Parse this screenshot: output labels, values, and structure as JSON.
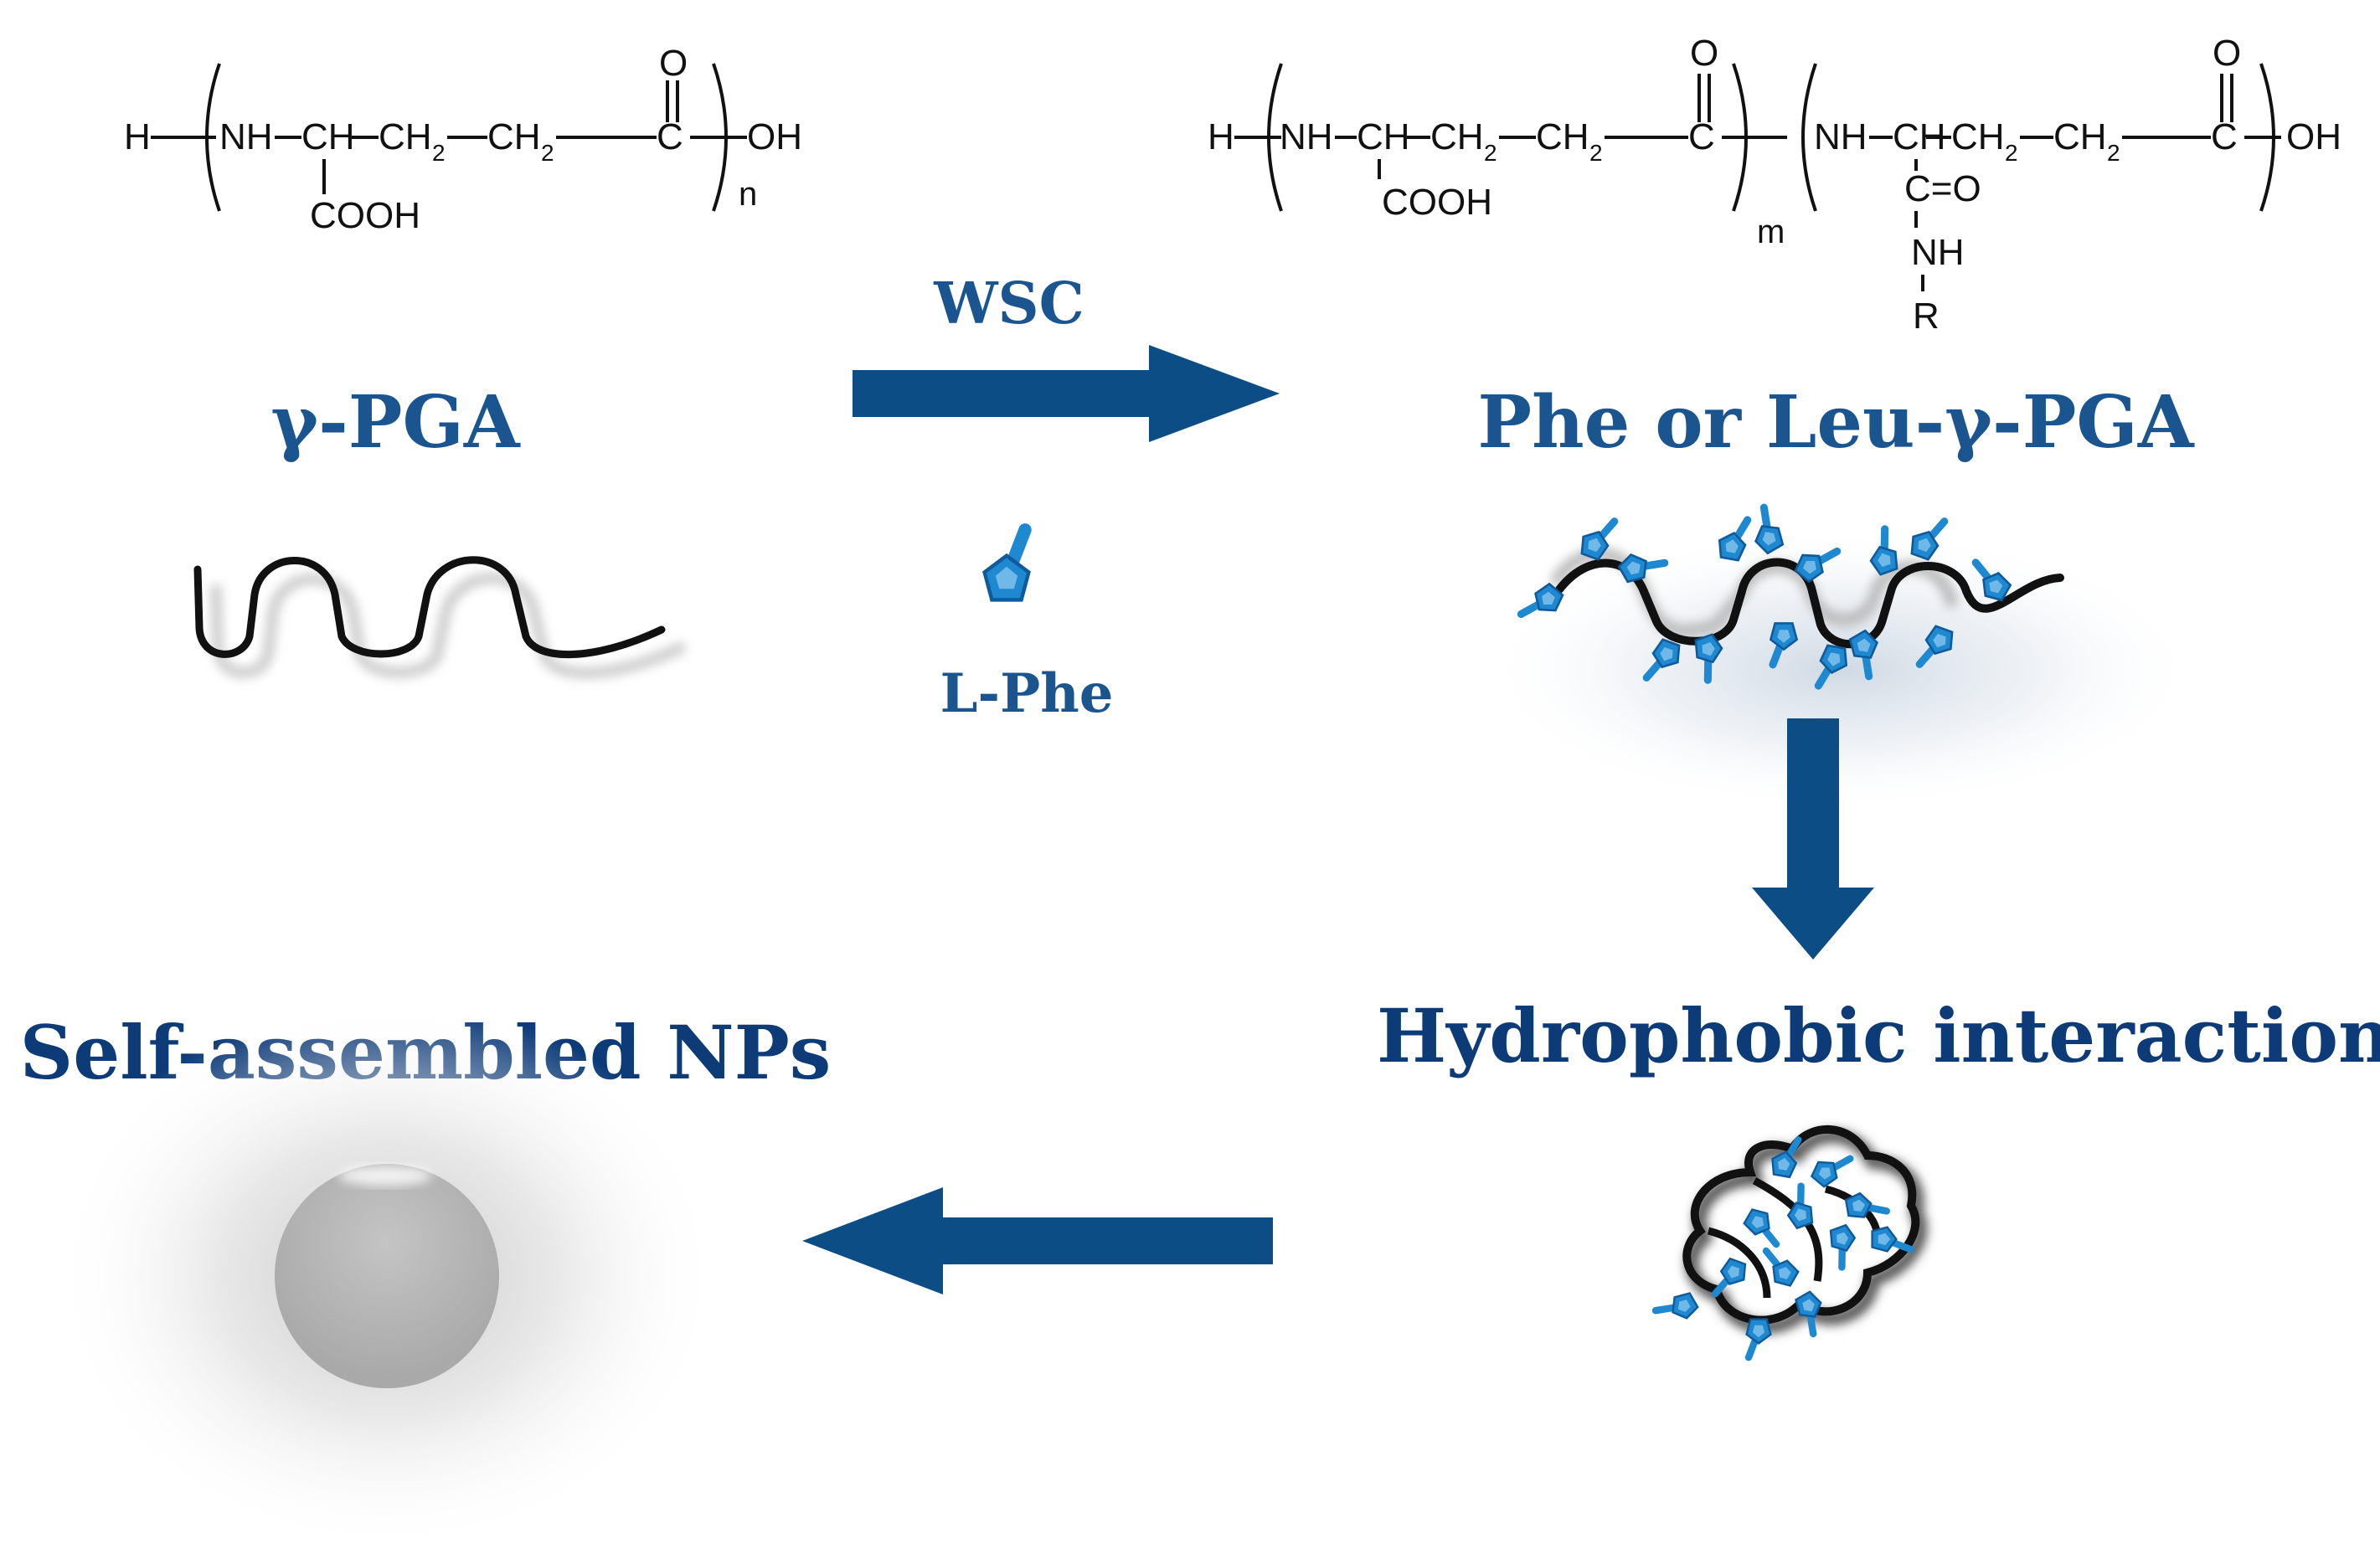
{
  "labels": {
    "pga": "γ-PGA",
    "product": "Phe or Leu-γ-PGA",
    "reagent": "WSC",
    "amino_acid": "L-Phe",
    "interaction": "Hydrophobic interaction",
    "nps": "Self-assembled NPs"
  },
  "formula_left": {
    "h": "H",
    "nh": "NH",
    "ch": "CH",
    "ch2a": "CH",
    "ch2b": "CH",
    "sub2": "2",
    "c": "C",
    "o": "O",
    "oh": "OH",
    "cooh": "COOH",
    "n": "n"
  },
  "formula_right": {
    "h": "H",
    "nh1": "NH",
    "ch1": "CH",
    "ch2a": "CH",
    "ch2b": "CH",
    "c1": "C",
    "o1": "O",
    "cooh": "COOH",
    "m": "m",
    "nh2": "NH",
    "ch2": "CH",
    "ch2c": "CH",
    "ch2d": "CH",
    "c2": "C",
    "o2": "O",
    "oh": "OH",
    "co": "C=O",
    "nh3": "NH",
    "r": "R",
    "sub2": "2"
  },
  "colors": {
    "arrow": "#0d4d86",
    "label_blue": "#1b5590",
    "label_dark": "#0d3b78",
    "phe_blue": "#1e88d0",
    "chain": "#111111",
    "sphere": "#b4b4b4"
  }
}
